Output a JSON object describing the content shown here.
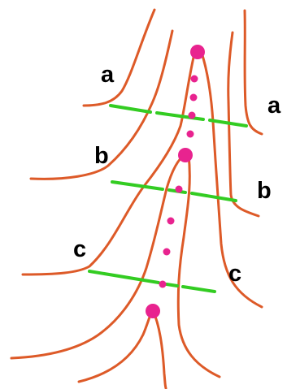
{
  "labels": {
    "left_top": "a",
    "right_top": "a",
    "left_mid": "b",
    "right_mid": "b",
    "left_bottom": "c",
    "right_bottom": "c"
  },
  "colors": {
    "contour": "#dd5a28",
    "section_line": "#33cc22",
    "dots": "#e8238f",
    "text": "#000000",
    "background": "#ffffff"
  }
}
